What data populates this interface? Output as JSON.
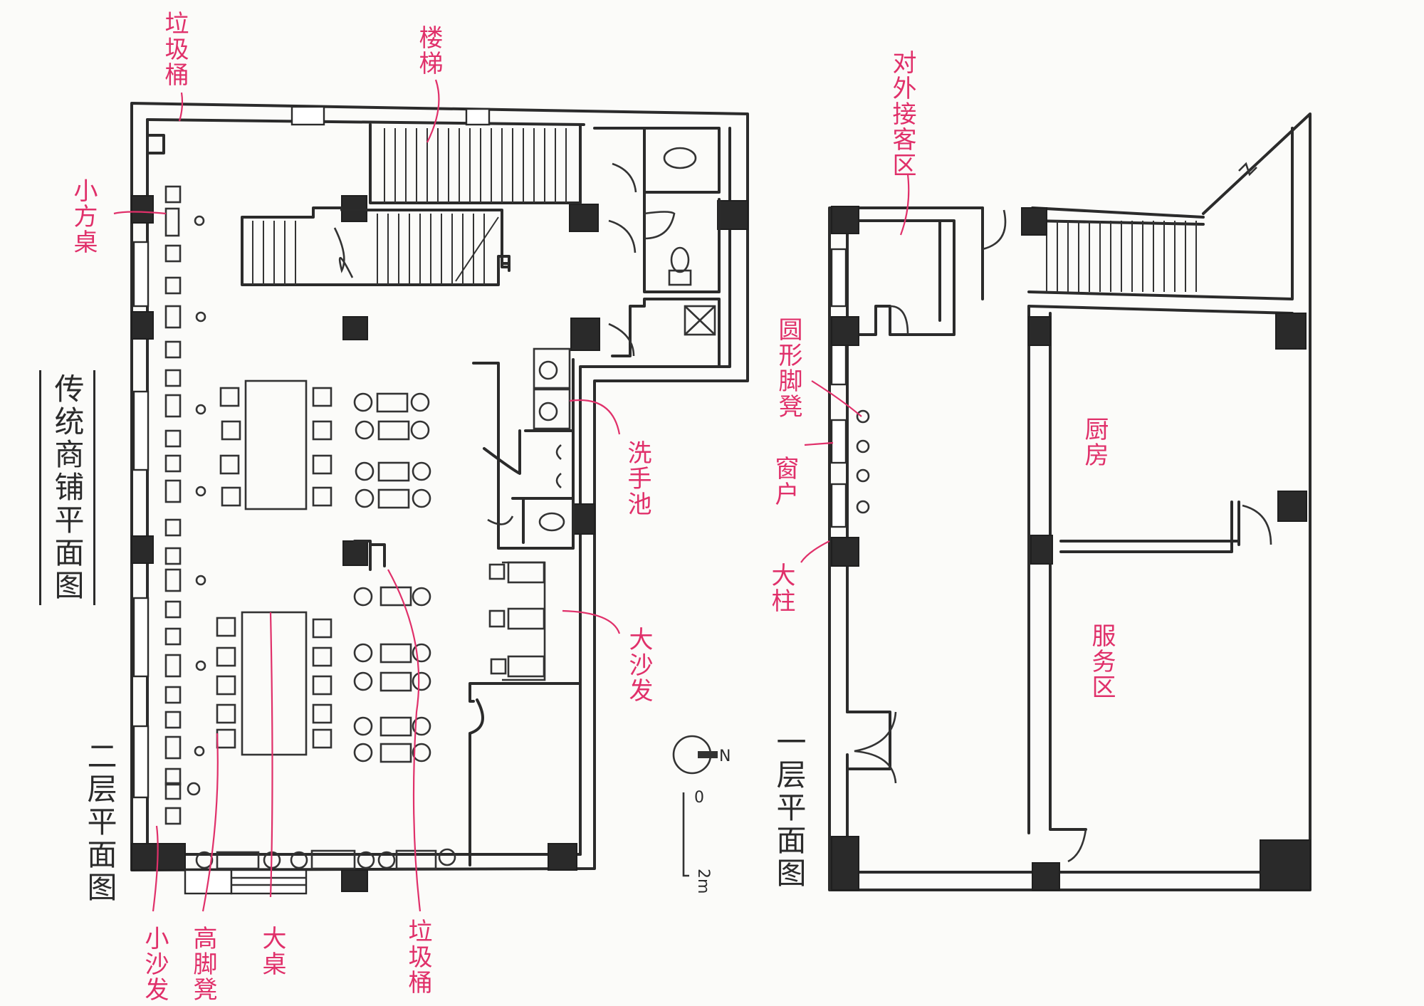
{
  "drawing": {
    "main_title": "传统商铺平面图",
    "second_floor_title": "二层平面图",
    "first_floor_title": "一层平面图",
    "north_label": "N",
    "scale": {
      "start": "0",
      "end": "2m"
    }
  },
  "second_floor_labels": {
    "trash_bin_top": "垃圾桶",
    "stairs": "楼梯",
    "small_square_table": "小方桌",
    "wash_basin": "洗手池",
    "large_sofa": "大沙发",
    "small_sofa": "小沙发",
    "high_stool": "高脚凳",
    "large_table": "大桌",
    "trash_bin_bottom": "垃圾桶"
  },
  "first_floor_labels": {
    "reception_area": "对外接客区",
    "round_footstool": "圆形脚凳",
    "window": "窗户",
    "large_column": "大柱",
    "kitchen": "厨房",
    "service_area": "服务区"
  },
  "colors": {
    "annotation": "#e0306a",
    "ink": "#2b2b2b"
  }
}
